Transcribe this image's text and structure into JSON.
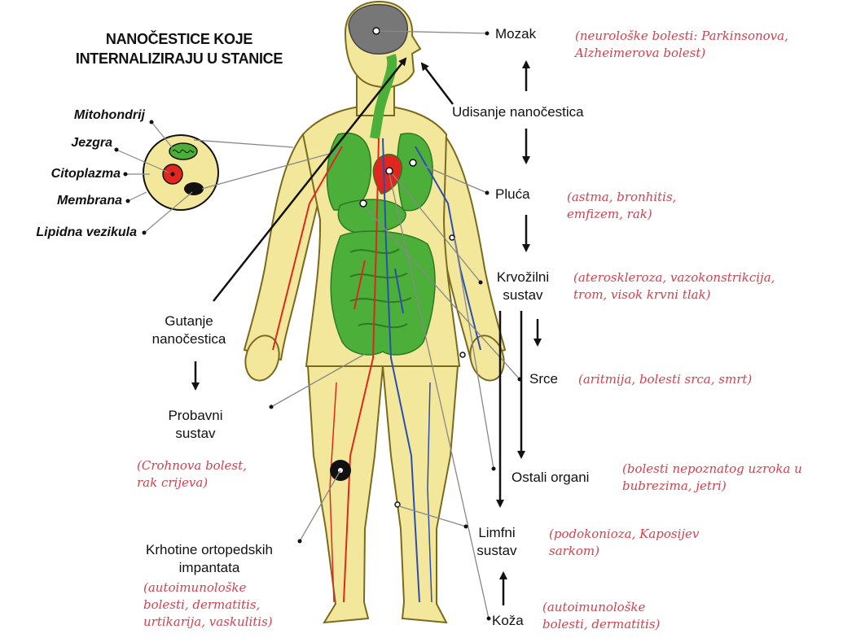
{
  "title": {
    "line1": "NANOČESTICE KOJE",
    "line2": "INTERNALIZIRAJU U STANICE"
  },
  "cell_parts": [
    "Mitohondrij",
    "Jezgra",
    "Citoplazma",
    "Membrana",
    "Lipidna vezikula"
  ],
  "routes": {
    "inhalation": "Udisanje nanočestica",
    "ingestion": {
      "line1": "Gutanje",
      "line2": "nanočestica"
    },
    "debris": {
      "line1": "Krhotine ortopedskih",
      "line2": "impantata"
    }
  },
  "organs": {
    "brain": "Mozak",
    "lungs": "Pluća",
    "circulatory": {
      "line1": "Krvožilni",
      "line2": "sustav"
    },
    "heart": "Srce",
    "other": "Ostali organi",
    "lymph": {
      "line1": "Limfni",
      "line2": "sustav"
    },
    "skin": "Koža",
    "digestive": {
      "line1": "Probavni",
      "line2": "sustav"
    }
  },
  "diseases": {
    "brain": {
      "line1": "(neurološke bolesti: Parkinsonova,",
      "line2": "Alzheimerova bolest)"
    },
    "lungs": {
      "line1": "(astma, bronhitis,",
      "line2": "emfizem, rak)"
    },
    "circulatory": {
      "line1": "(ateroskleroza, vazokonstrikcija,",
      "line2": "trom, visok krvni tlak)"
    },
    "heart": "(aritmija, bolesti srca, smrt)",
    "other": {
      "line1": "(bolesti nepoznatog uzroka u",
      "line2": "bubrezima, jetri)"
    },
    "lymph": {
      "line1": "(podokonioza, Kaposijev",
      "line2": "sarkom)"
    },
    "skin": {
      "line1": "(autoimunološke",
      "line2": "bolesti, dermatitis)"
    },
    "digestive": {
      "line1": "(Crohnova bolest,",
      "line2": "rak crijeva)"
    },
    "debris": {
      "line1": "(autoimunološke",
      "line2": "bolesti, dermatitis,",
      "line3": "urtikarija, vaskulitis)"
    }
  },
  "colors": {
    "body_fill": "#f3e79b",
    "body_outline": "#7a6a1e",
    "organ_green": "#4caf3a",
    "heart_red": "#e0261f",
    "vein_blue": "#2a4fb0",
    "disease_text": "#d2414e",
    "brain_gray": "#777777"
  }
}
